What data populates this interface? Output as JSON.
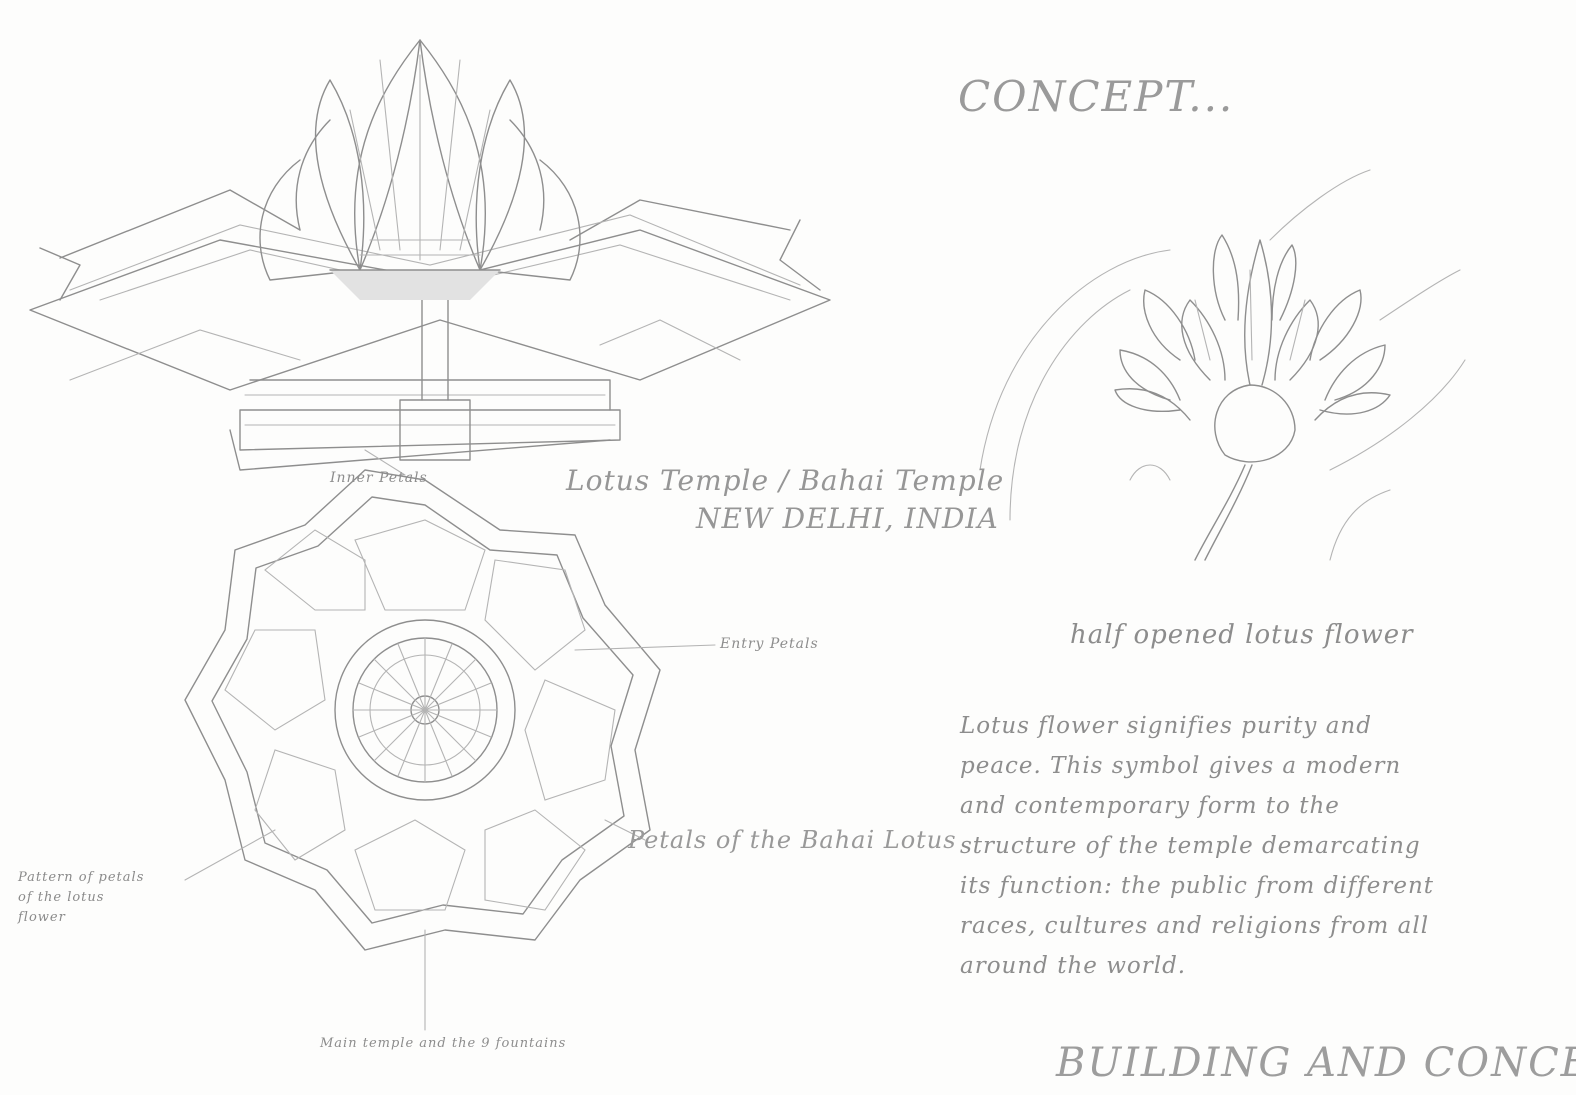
{
  "sheet": {
    "heading": "CONCEPT...",
    "temple_caption": [
      "Lotus Temple / Bahai Temple",
      "NEW DELHI, INDIA"
    ],
    "labels": {
      "inner_petals": "Inner Petals",
      "entry": "Entry Petals",
      "petals": "Petals of the Bahai Lotus",
      "left_note": [
        "Pattern of petals",
        "of the lotus",
        "flower"
      ],
      "bottom": "Main temple and the 9 fountains"
    },
    "flower_caption": "half opened lotus flower",
    "paragraph": "Lotus flower signifies purity and peace. This symbol gives a modern and contemporary form to the structure of the temple demarcating its function: the public from different races, cultures and religions from all around the world.",
    "bottom_heading": "BUILDING AND CONCEPT"
  },
  "icons": [
    "temple-elevation-sketch",
    "temple-plan-sketch",
    "lotus-flower-sketch"
  ]
}
